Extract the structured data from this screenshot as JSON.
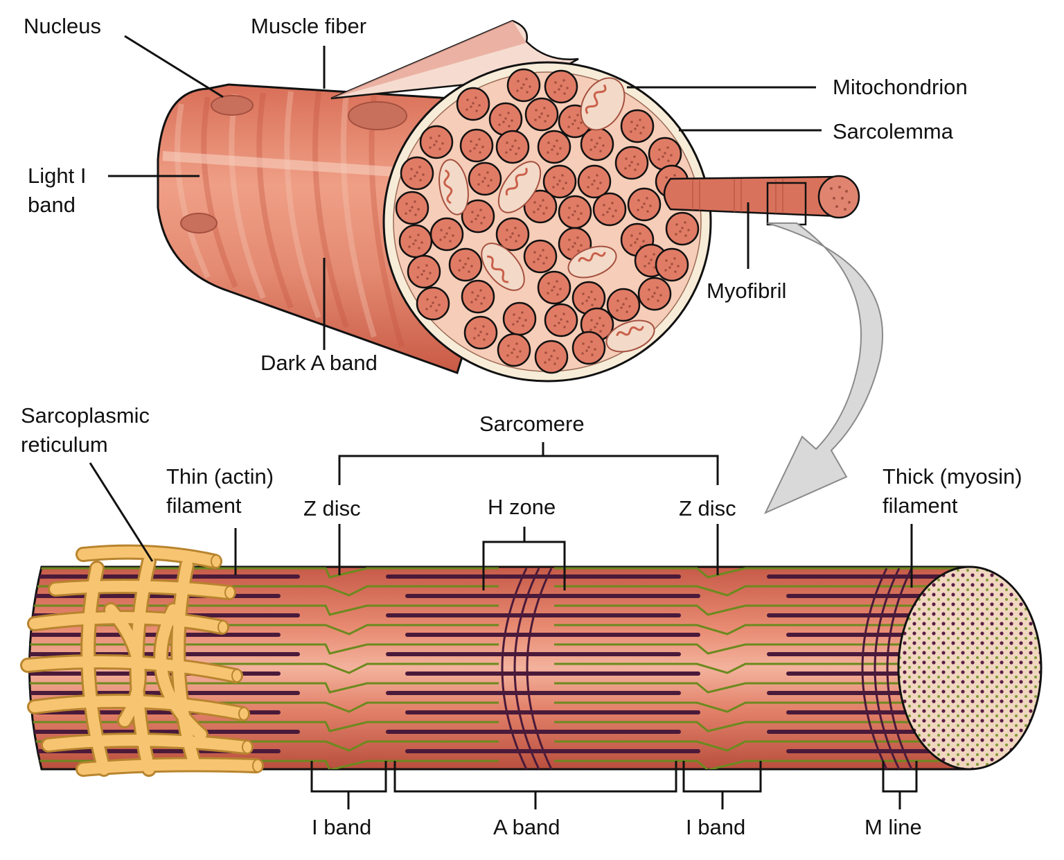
{
  "labels": {
    "nucleus": "Nucleus",
    "muscle_fiber": "Muscle fiber",
    "mitochondrion": "Mitochondrion",
    "sarcolemma": "Sarcolemma",
    "light_i_band_1": "Light I",
    "light_i_band_2": "band",
    "myofibril": "Myofibril",
    "dark_a_band": "Dark A band",
    "sarcoplasmic_reticulum_1": "Sarcoplasmic",
    "sarcoplasmic_reticulum_2": "reticulum",
    "sarcomere": "Sarcomere",
    "thin_filament_1": "Thin (actin)",
    "thin_filament_2": "filament",
    "z_disc_left": "Z disc",
    "h_zone": "H zone",
    "z_disc_right": "Z disc",
    "thick_filament_1": "Thick (myosin)",
    "thick_filament_2": "filament",
    "i_band_left": "I band",
    "a_band": "A band",
    "i_band_right": "I band",
    "m_line": "M line"
  },
  "colors": {
    "fiber_body": "#e0826a",
    "fiber_light": "#f2b8a2",
    "fiber_dark": "#c9604a",
    "cross_section": "#f6cdb8",
    "sarcolemma": "#f7ecd8",
    "myofibril_fill": "#e07c66",
    "nucleus": "#c9705c",
    "mitochondrion": "#f3d9c8",
    "thick_filament": "#4a1a3a",
    "thin_filament": "#6b8a1e",
    "reticulum": "#f7c572",
    "reticulum_edge": "#b8842e",
    "arrow": "#d9d9d9",
    "outline": "#111111"
  },
  "icons": {
    "curved_arrow": "curved-arrow-icon"
  }
}
